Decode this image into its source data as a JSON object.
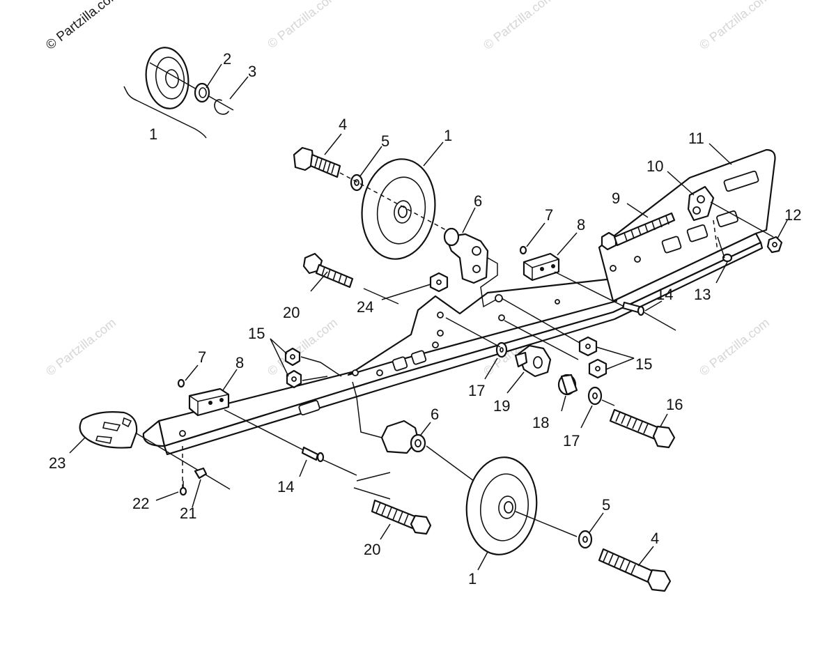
{
  "watermark": {
    "main": "© Partzilla.com",
    "faint": "© Partzilla.com"
  },
  "callouts": [
    {
      "id": "c1a",
      "text": "1"
    },
    {
      "id": "c2",
      "text": "2"
    },
    {
      "id": "c3",
      "text": "3"
    },
    {
      "id": "c4a",
      "text": "4"
    },
    {
      "id": "c5a",
      "text": "5"
    },
    {
      "id": "c1b",
      "text": "1"
    },
    {
      "id": "c6a",
      "text": "6"
    },
    {
      "id": "c7a",
      "text": "7"
    },
    {
      "id": "c8a",
      "text": "8"
    },
    {
      "id": "c9",
      "text": "9"
    },
    {
      "id": "c10",
      "text": "10"
    },
    {
      "id": "c11",
      "text": "11"
    },
    {
      "id": "c12",
      "text": "12"
    },
    {
      "id": "c13",
      "text": "13"
    },
    {
      "id": "c14a",
      "text": "14"
    },
    {
      "id": "c20a",
      "text": "20"
    },
    {
      "id": "c24",
      "text": "24"
    },
    {
      "id": "c15a",
      "text": "15"
    },
    {
      "id": "c15b",
      "text": "15"
    },
    {
      "id": "c7b",
      "text": "7"
    },
    {
      "id": "c8b",
      "text": "8"
    },
    {
      "id": "c17a",
      "text": "17"
    },
    {
      "id": "c19",
      "text": "19"
    },
    {
      "id": "c18",
      "text": "18"
    },
    {
      "id": "c16",
      "text": "16"
    },
    {
      "id": "c17b",
      "text": "17"
    },
    {
      "id": "c6b",
      "text": "6"
    },
    {
      "id": "c23",
      "text": "23"
    },
    {
      "id": "c14b",
      "text": "14"
    },
    {
      "id": "c22",
      "text": "22"
    },
    {
      "id": "c21",
      "text": "21"
    },
    {
      "id": "c20b",
      "text": "20"
    },
    {
      "id": "c5b",
      "text": "5"
    },
    {
      "id": "c4b",
      "text": "4"
    },
    {
      "id": "c1c",
      "text": "1"
    }
  ]
}
